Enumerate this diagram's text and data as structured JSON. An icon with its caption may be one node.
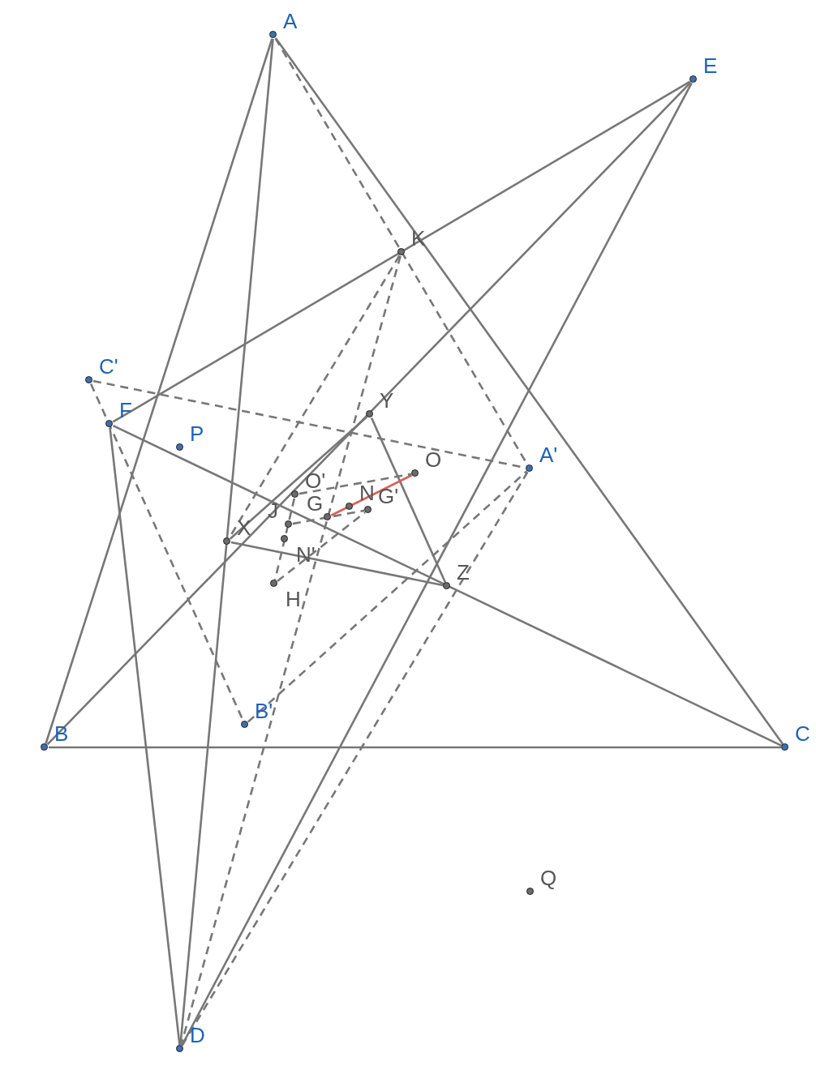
{
  "diagram": {
    "nodes": [
      {
        "text": [
          "A"
        ]
      },
      {
        "text": [
          "E"
        ]
      },
      {
        "text": [
          "K"
        ]
      },
      {
        "text": [
          "C'"
        ]
      },
      {
        "text": [
          "Y"
        ]
      },
      {
        "text": [
          "F"
        ]
      },
      {
        "text": [
          "P"
        ]
      },
      {
        "text": [
          "A'"
        ]
      },
      {
        "text": [
          "O"
        ]
      },
      {
        "text": [
          "O'"
        ]
      },
      {
        "text": [
          "N"
        ]
      },
      {
        "text": [
          "G'"
        ]
      },
      {
        "text": [
          "G"
        ]
      },
      {
        "text": [
          "J"
        ]
      },
      {
        "text": [
          "X"
        ]
      },
      {
        "text": [
          "N'"
        ]
      },
      {
        "text": [
          "H"
        ]
      },
      {
        "text": [
          "Z"
        ]
      },
      {
        "text": [
          "B'"
        ]
      },
      {
        "text": [
          "B"
        ]
      },
      {
        "text": [
          "C"
        ]
      },
      {
        "text": [
          "Q"
        ]
      },
      {
        "text": [
          "D"
        ]
      }
    ],
    "edges": [
      {
        "from": 0,
        "to": 19,
        "arrow": "none"
      },
      {
        "from": 0,
        "to": 20,
        "arrow": "none"
      },
      {
        "from": 19,
        "to": 20,
        "arrow": "none"
      },
      {
        "from": 0,
        "to": 22,
        "arrow": "none"
      },
      {
        "from": 5,
        "to": 22,
        "arrow": "none"
      },
      {
        "from": 5,
        "to": 1,
        "arrow": "none"
      },
      {
        "from": 1,
        "to": 22,
        "arrow": "none"
      },
      {
        "from": 19,
        "to": 1,
        "arrow": "none"
      },
      {
        "from": 5,
        "to": 20,
        "arrow": "none"
      },
      {
        "from": 14,
        "to": 4,
        "arrow": "none"
      },
      {
        "from": 4,
        "to": 17,
        "arrow": "none"
      },
      {
        "from": 14,
        "to": 17,
        "arrow": "none"
      },
      {
        "from": 12,
        "to": 8,
        "arrow": "none",
        "color": "#d9605a"
      },
      {
        "from": 0,
        "to": 7,
        "arrow": "none",
        "style": "dashed"
      },
      {
        "from": 3,
        "to": 7,
        "arrow": "none",
        "style": "dashed"
      },
      {
        "from": 3,
        "to": 18,
        "arrow": "none",
        "style": "dashed"
      },
      {
        "from": 18,
        "to": 7,
        "arrow": "none",
        "style": "dashed"
      },
      {
        "from": 22,
        "to": 7,
        "arrow": "none",
        "style": "dashed"
      },
      {
        "from": 2,
        "to": 14,
        "arrow": "none",
        "style": "dashed"
      },
      {
        "from": 2,
        "to": 22,
        "arrow": "none",
        "style": "dashed"
      },
      {
        "from": 9,
        "to": 16,
        "arrow": "none",
        "style": "dashed"
      },
      {
        "from": 9,
        "to": 8,
        "arrow": "none",
        "style": "dashed"
      },
      {
        "from": 13,
        "to": 11,
        "arrow": "none",
        "style": "dashed"
      },
      {
        "from": 16,
        "to": 11,
        "arrow": "none",
        "style": "dashed"
      }
    ]
  }
}
